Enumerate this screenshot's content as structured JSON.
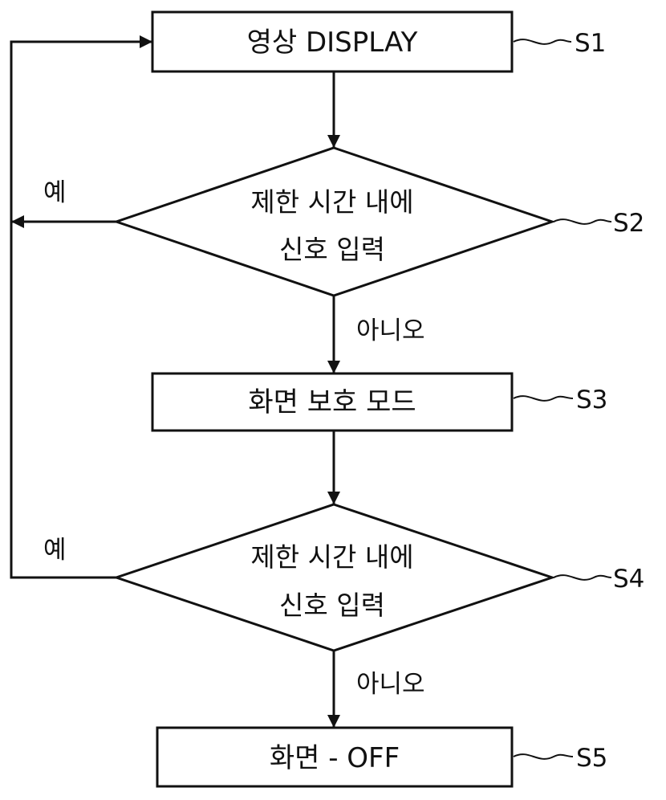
{
  "steps": {
    "s1": {
      "text": "영상 DISPLAY",
      "tag": "S1"
    },
    "s2": {
      "line1": "제한 시간 내에",
      "line2": "신호 입력",
      "tag": "S2",
      "yes": "예",
      "no": "아니오"
    },
    "s3": {
      "text": "화면 보호 모드",
      "tag": "S3"
    },
    "s4": {
      "line1": "제한 시간 내에",
      "line2": "신호 입력",
      "tag": "S4",
      "yes": "예",
      "no": "아니오"
    },
    "s5": {
      "text": "화면 - OFF",
      "tag": "S5"
    }
  },
  "colors": {
    "stroke": "#111111",
    "background": "#ffffff"
  }
}
